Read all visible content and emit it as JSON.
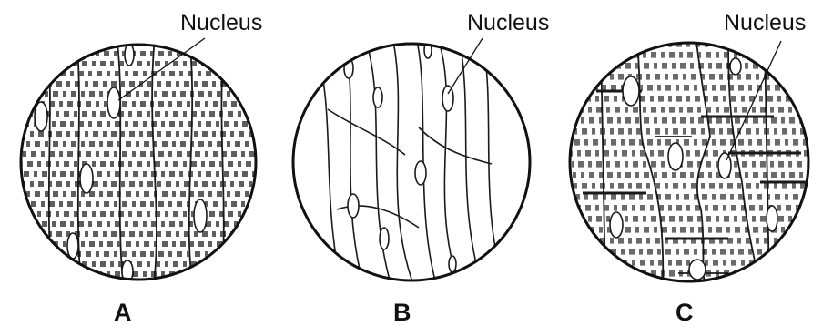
{
  "panels": [
    {
      "letter": "A",
      "callout": "Nucleus"
    },
    {
      "letter": "B",
      "callout": "Nucleus"
    },
    {
      "letter": "C",
      "callout": "Nucleus"
    }
  ],
  "colors": {
    "ink": "#1a1a1a",
    "background": "#ffffff"
  }
}
